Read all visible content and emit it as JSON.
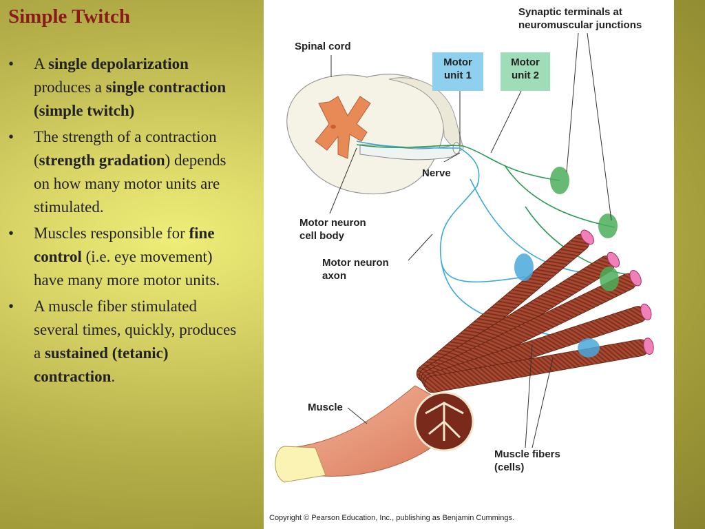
{
  "slide": {
    "title": "Simple Twitch",
    "bullets": [
      {
        "parts": [
          {
            "t": "A ",
            "b": false
          },
          {
            "t": "single depolarization",
            "b": true
          },
          {
            "t": " produces a ",
            "b": false
          },
          {
            "t": "single contraction (simple twitch)",
            "b": true
          }
        ]
      },
      {
        "parts": [
          {
            "t": "The strength of a contraction (",
            "b": false
          },
          {
            "t": "strength gradation",
            "b": true
          },
          {
            "t": ") depends on how many motor units are stimulated.",
            "b": false
          }
        ]
      },
      {
        "parts": [
          {
            "t": "Muscles responsible for ",
            "b": false
          },
          {
            "t": "fine control",
            "b": true
          },
          {
            "t": " (i.e. eye movement) have many more motor units.",
            "b": false
          }
        ]
      },
      {
        "parts": [
          {
            "t": "A muscle fiber stimulated several times, quickly, produces a ",
            "b": false
          },
          {
            "t": "sustained (tetanic) contraction",
            "b": true
          },
          {
            "t": ".",
            "b": false
          }
        ]
      }
    ]
  },
  "figure": {
    "labels": {
      "synaptic": "Synaptic terminals at neuromuscular junctions",
      "spinal_cord": "Spinal cord",
      "motor_unit_1": "Motor unit 1",
      "motor_unit_2": "Motor unit 2",
      "nerve": "Nerve",
      "cell_body": "Motor neuron cell body",
      "axon": "Motor neuron axon",
      "muscle": "Muscle",
      "muscle_fibers": "Muscle fibers (cells)"
    },
    "copyright": "Copyright © Pearson Education, Inc., publishing as Benjamin Cummings.",
    "colors": {
      "title": "#8b1a1a",
      "unit1_box": "#8fd0ee",
      "unit2_box": "#9fdcb8",
      "fiber": "#a0442e",
      "fiber_end": "#f080b8",
      "axon_blue": "#3aa8d8",
      "axon_green": "#2a9a5a"
    }
  }
}
